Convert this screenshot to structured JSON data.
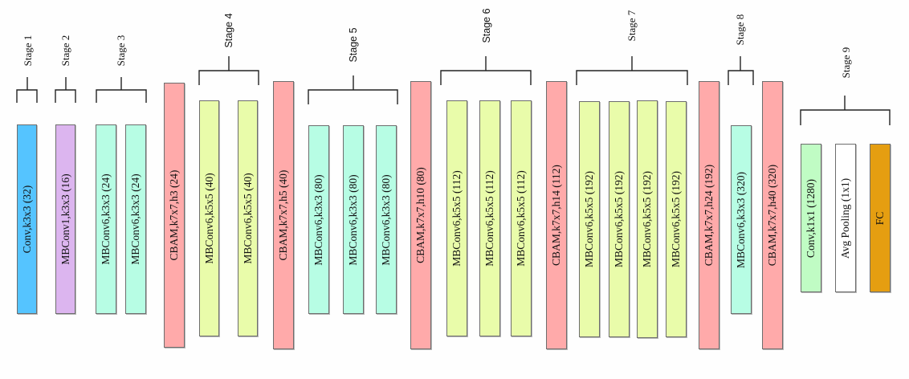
{
  "colors": {
    "conv": "#55c4ff",
    "mbconv1": "#dcb5ef",
    "mbconv_k3": "#b7fde4",
    "mbconv_k5": "#e9fcaa",
    "cbam": "#ffaaaa",
    "conv1x1": "#c0fcc4",
    "pooling": "#ffffff",
    "fc": "#e59e11"
  },
  "stages": [
    {
      "label": "Stage 1"
    },
    {
      "label": "Stage 2"
    },
    {
      "label": "Stage 3"
    },
    {
      "label": "Stage 4"
    },
    {
      "label": "Stage 5"
    },
    {
      "label": "Stage 6"
    },
    {
      "label": "Stage 7"
    },
    {
      "label": "Stage 8"
    },
    {
      "label": "Stage 9"
    }
  ],
  "blocks": [
    {
      "label": "Conv,k3x3 (32)",
      "type": "conv"
    },
    {
      "label": "MBConv1,k3x3 (16)",
      "type": "mbconv1"
    },
    {
      "label": "MBConv6,k3x3 (24)",
      "type": "mbconv_k3"
    },
    {
      "label": "MBConv6,k3x3 (24)",
      "type": "mbconv_k3"
    },
    {
      "label": "CBAM,k7x7,h3 (24)",
      "type": "cbam"
    },
    {
      "label": "MBConv6,k5x5 (40)",
      "type": "mbconv_k5"
    },
    {
      "label": "MBConv6,k5x5 (40)",
      "type": "mbconv_k5"
    },
    {
      "label": "CBAM,k7x7,h5 (40)",
      "type": "cbam"
    },
    {
      "label": "MBConv6,k3x3 (80)",
      "type": "mbconv_k3"
    },
    {
      "label": "MBConv6,k3x3 (80)",
      "type": "mbconv_k3"
    },
    {
      "label": "MBConv6,k3x3 (80)",
      "type": "mbconv_k3"
    },
    {
      "label": "CBAM,k7x7,h10 (80)",
      "type": "cbam"
    },
    {
      "label": "MBConv6,k5x5 (112)",
      "type": "mbconv_k5"
    },
    {
      "label": "MBConv6,k5x5 (112)",
      "type": "mbconv_k5"
    },
    {
      "label": "MBConv6,k5x5 (112)",
      "type": "mbconv_k5"
    },
    {
      "label": "CBAM,k7x7,h14 (112)",
      "type": "cbam"
    },
    {
      "label": "MBConv6,k5x5 (192)",
      "type": "mbconv_k5"
    },
    {
      "label": "MBConv6,k5x5 (192)",
      "type": "mbconv_k5"
    },
    {
      "label": "MBConv6,k5x5 (192)",
      "type": "mbconv_k5"
    },
    {
      "label": "MBConv6,k5x5 (192)",
      "type": "mbconv_k5"
    },
    {
      "label": "CBAM,k7x7,h24 (192)",
      "type": "cbam"
    },
    {
      "label": "MBConv6,k3x3 (320)",
      "type": "mbconv_k3"
    },
    {
      "label": "CBAM,k7x7,h40 (320)",
      "type": "cbam"
    },
    {
      "label": "Conv,k1x1 (1280)",
      "type": "conv1x1"
    },
    {
      "label": "Avg Pooling (1x1)",
      "type": "pooling"
    },
    {
      "label": "FC",
      "type": "fc"
    }
  ]
}
